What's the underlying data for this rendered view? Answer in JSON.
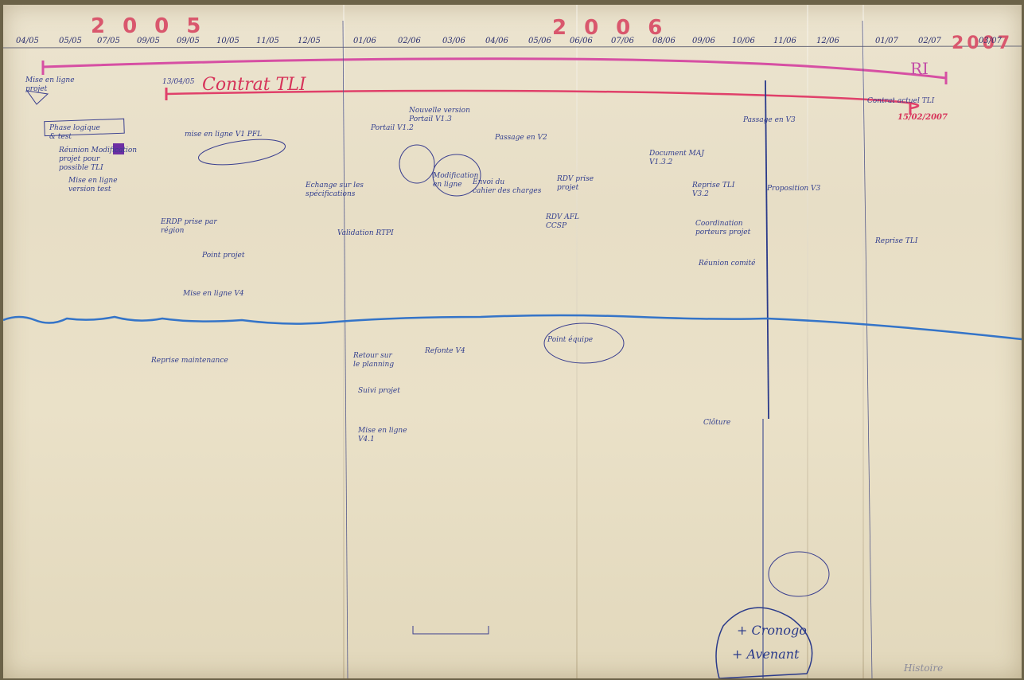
{
  "timeline": {
    "years": [
      "2005",
      "2006",
      "2007"
    ],
    "months": [
      "04/05",
      "05/05",
      "07/05",
      "09/05",
      "09/05",
      "10/05",
      "11/05",
      "12/05",
      "01/06",
      "02/06",
      "03/06",
      "04/06",
      "05/06",
      "06/06",
      "07/06",
      "08/06",
      "09/06",
      "10/06",
      "11/06",
      "12/06",
      "01/07",
      "02/07",
      "03/07"
    ],
    "ri_label": "RI"
  },
  "contract": {
    "label": "Contrat TLI",
    "start_date": "13/04/05",
    "end_label": "Contrat actuel TLI",
    "end_date": "15/02/2007"
  },
  "notes": {
    "n1": "Mise en ligne\nprojet",
    "n2": "Phase logique\n& test",
    "n3": "Réunion Modification\nprojet pour\npossible TLI",
    "n4": "Mise en ligne\nversion test",
    "n5": "mise en ligne V1 PFL",
    "n6": "Portail V1.2",
    "n7": "Nouvelle version\nPortail V1.3",
    "n8": "Passage en V2",
    "n9": "RDV AFL\nCCSP",
    "n10": "Document MAJ\nV1.3.2",
    "n11": "Passage en V3",
    "n12": "ERDP prise par\nrégion",
    "n13": "Echange sur les\nspécifications",
    "n14": "Modification\nen ligne",
    "n15": "Envoi du\ncahier des charges",
    "n16": "RDV prise\nprojet",
    "n17": "Reprise TLI\nV3.2",
    "n18": "Proposition V3",
    "n19": "Reprise TLI",
    "n20": "Coordination\nporteurs projet",
    "n21": "Réunion comité",
    "n22": "Validation RTPI",
    "n23": "Point projet",
    "n24": "Mise en ligne V4",
    "n25": "Reprise maintenance",
    "n26": "Retour sur\nle planning",
    "n27": "Refonte V4",
    "n28": "Suivi projet",
    "n29": "Mise en ligne\nV4.1",
    "n30": "Point équipe",
    "n31": "Clôture",
    "final1": "+ Cronogo",
    "final2": "+ Avenant",
    "corner": "Histoire"
  },
  "colors": {
    "pink_line": "#e0407a",
    "magenta_line": "#c24ba6",
    "blue_line": "#3474c8",
    "ink_blue": "#3a3f8f",
    "red_ink": "#d6335a"
  }
}
